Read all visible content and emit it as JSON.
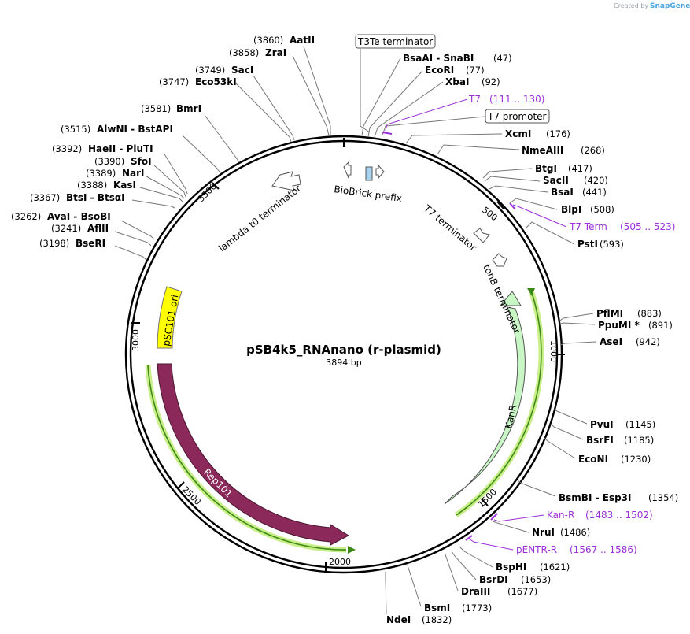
{
  "credit": {
    "text": "Created by",
    "brand": "SnapGene"
  },
  "plasmid": {
    "name": "pSB4k5_RNAnano (r-plasmid)",
    "size_label": "3894 bp",
    "length": 3894
  },
  "ticks": [
    {
      "pos": 500,
      "label": "500"
    },
    {
      "pos": 1000,
      "label": "1000"
    },
    {
      "pos": 1500,
      "label": "1500"
    },
    {
      "pos": 2000,
      "label": "2000"
    },
    {
      "pos": 2500,
      "label": "2500"
    },
    {
      "pos": 3000,
      "label": "3000"
    },
    {
      "pos": 3500,
      "label": "3500"
    }
  ],
  "features": [
    {
      "name": "BioBrick prefix",
      "kind": "regulatory"
    },
    {
      "name": "T7 terminator",
      "kind": "terminator"
    },
    {
      "name": "tonB terminator",
      "kind": "terminator"
    },
    {
      "name": "KanR",
      "kind": "cds"
    },
    {
      "name": "Rep101",
      "kind": "cds"
    },
    {
      "name": "pSC101 ori",
      "kind": "origin"
    },
    {
      "name": "lambda t0 terminator",
      "kind": "terminator"
    }
  ],
  "boxed_features": [
    {
      "name": "T3Te terminator"
    },
    {
      "name": "T7 promoter"
    }
  ],
  "sites": [
    {
      "name": "AatII",
      "pos": "(3860)"
    },
    {
      "name": "ZraI",
      "pos": "(3858)"
    },
    {
      "name": "SacI",
      "pos": "(3749)"
    },
    {
      "name": "Eco53kI",
      "pos": "(3747)"
    },
    {
      "name": "BmrI",
      "pos": "(3581)"
    },
    {
      "name": "AlwNI - BstAPI",
      "pos": "(3515)"
    },
    {
      "name": "HaeII - PluTI",
      "pos": "(3392)"
    },
    {
      "name": "SfoI",
      "pos": "(3390)"
    },
    {
      "name": "NarI",
      "pos": "(3389)"
    },
    {
      "name": "KasI",
      "pos": "(3388)"
    },
    {
      "name": "BtsI - BtsαI",
      "pos": "(3367)"
    },
    {
      "name": "AvaI - BsoBI",
      "pos": "(3262)"
    },
    {
      "name": "AflII",
      "pos": "(3241)"
    },
    {
      "name": "BseRI",
      "pos": "(3198)"
    },
    {
      "name": "BsaAI - SnaBI",
      "pos": "(47)"
    },
    {
      "name": "EcoRI",
      "pos": "(77)"
    },
    {
      "name": "XbaI",
      "pos": "(92)"
    },
    {
      "name": "XcmI",
      "pos": "(176)"
    },
    {
      "name": "NmeAIII",
      "pos": "(268)"
    },
    {
      "name": "BtgI",
      "pos": "(417)"
    },
    {
      "name": "SacII",
      "pos": "(420)"
    },
    {
      "name": "BsaI",
      "pos": "(441)"
    },
    {
      "name": "BlpI",
      "pos": "(508)"
    },
    {
      "name": "PstI",
      "pos": "(593)"
    },
    {
      "name": "PflMI",
      "pos": "(883)"
    },
    {
      "name": "PpuMI *",
      "pos": "(891)"
    },
    {
      "name": "AseI",
      "pos": "(942)"
    },
    {
      "name": "PvuI",
      "pos": "(1145)"
    },
    {
      "name": "BsrFI",
      "pos": "(1185)"
    },
    {
      "name": "EcoNI",
      "pos": "(1230)"
    },
    {
      "name": "BsmBI - Esp3I",
      "pos": "(1354)"
    },
    {
      "name": "NruI",
      "pos": "(1486)"
    },
    {
      "name": "BspHI",
      "pos": "(1621)"
    },
    {
      "name": "BsrDI",
      "pos": "(1653)"
    },
    {
      "name": "DraIII",
      "pos": "(1677)"
    },
    {
      "name": "BsmI",
      "pos": "(1773)"
    },
    {
      "name": "NdeI",
      "pos": "(1832)"
    }
  ],
  "primers": [
    {
      "name": "T7",
      "range": "(111 .. 130)"
    },
    {
      "name": "T7 Term",
      "range": "(505 .. 523)"
    },
    {
      "name": "Kan-R",
      "range": "(1483 .. 1502)"
    },
    {
      "name": "pENTR-R",
      "range": "(1567 .. 1586)"
    }
  ],
  "colors": {
    "backbone": "#000000",
    "kanr_fill": "#c8f7c5",
    "rep101_fill": "#8b2a5a",
    "ori_fill": "#ffff00",
    "terminator_fill": "#ffffff",
    "primer": "#9b30d9",
    "track_highlight": "#c9ee8a",
    "track_line": "#3c8a16",
    "biobrick_fill": "#a9d1f0"
  }
}
